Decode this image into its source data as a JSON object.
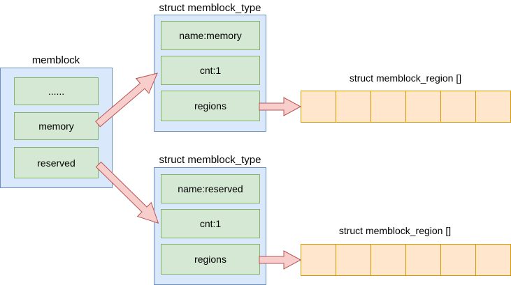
{
  "memblock": {
    "title": "memblock",
    "fields": [
      "......",
      "memory",
      "reserved"
    ]
  },
  "memory_type": {
    "title": "struct memblock_type",
    "fields": [
      "name:memory",
      "cnt:1",
      "regions"
    ]
  },
  "reserved_type": {
    "title": "struct memblock_type",
    "fields": [
      "name:reserved",
      "cnt:1",
      "regions"
    ]
  },
  "memory_regions": {
    "title": "struct memblock_region []",
    "cell_count": 6
  },
  "reserved_regions": {
    "title": "struct memblock_region []",
    "cell_count": 6
  },
  "colors": {
    "container_fill": "#dae8fc",
    "container_stroke": "#6c8ebf",
    "field_fill": "#d5e8d4",
    "field_stroke": "#82b366",
    "cell_fill": "#ffe6cc",
    "cell_stroke": "#d79b00",
    "arrow_fill": "#f8cecc",
    "arrow_stroke": "#b85450"
  }
}
